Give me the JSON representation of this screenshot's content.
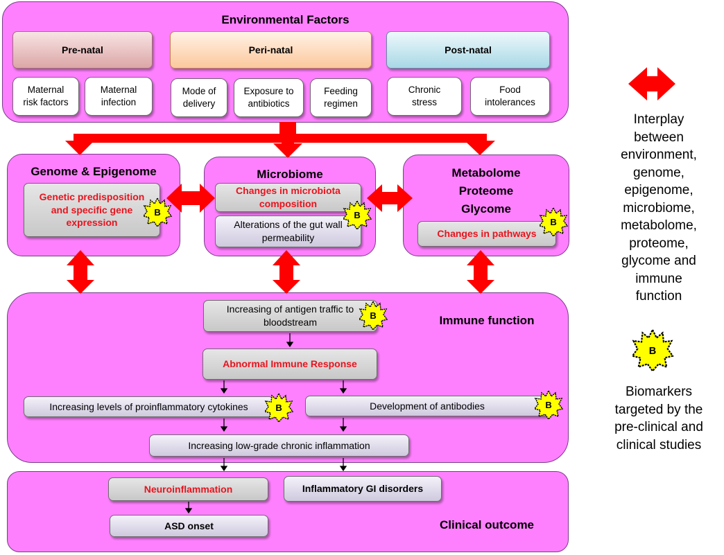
{
  "environmental": {
    "title": "Environmental Factors",
    "groups": [
      {
        "label": "Pre-natal",
        "items": [
          "Maternal\nrisk factors",
          "Maternal\ninfection"
        ]
      },
      {
        "label": "Peri-natal",
        "items": [
          "Mode of\ndelivery",
          "Exposure to\nantibiotics",
          "Feeding\nregimen"
        ]
      },
      {
        "label": "Post-natal",
        "items": [
          "Chronic\nstress",
          "Food\nintolerances"
        ]
      }
    ]
  },
  "genome": {
    "title": "Genome & Epigenome",
    "box": "Genetic predisposition\nand specific gene\nexpression"
  },
  "microbiome": {
    "title": "Microbiome",
    "box1": "Changes in microbiota\ncomposition",
    "box2": "Alterations of the gut wall\npermeability"
  },
  "metabolome": {
    "title": "Metabolome\nProteome\nGlycome",
    "box": "Changes in pathways"
  },
  "immune": {
    "title": "Immune function",
    "antigen": "Increasing of antigen traffic to\nbloodstream",
    "abnormal": "Abnormal Immune Response",
    "cytokines": "Increasing levels of proinflammatory cytokines",
    "antibodies": "Development of antibodies",
    "inflammation": "Increasing low-grade chronic inflammation"
  },
  "clinical": {
    "title": "Clinical outcome",
    "neuro": "Neuroinflammation",
    "gi": "Inflammatory GI disorders",
    "asd": "ASD onset"
  },
  "badge_letter": "B",
  "legend": {
    "interplay": "Interplay\nbetween\nenvironment,\ngenome,\nepigenome,\nmicrobiome,\nmetabolome,\nproteome,\nglycome and\nimmune\nfunction",
    "biomarkers": "Biomarkers\ntargeted by the\npre-clinical and\nclinical studies"
  },
  "colors": {
    "panel": "#ff80ff",
    "arrow": "#ff0000",
    "badge": "#ffff00",
    "red_text": "#e8131d"
  }
}
